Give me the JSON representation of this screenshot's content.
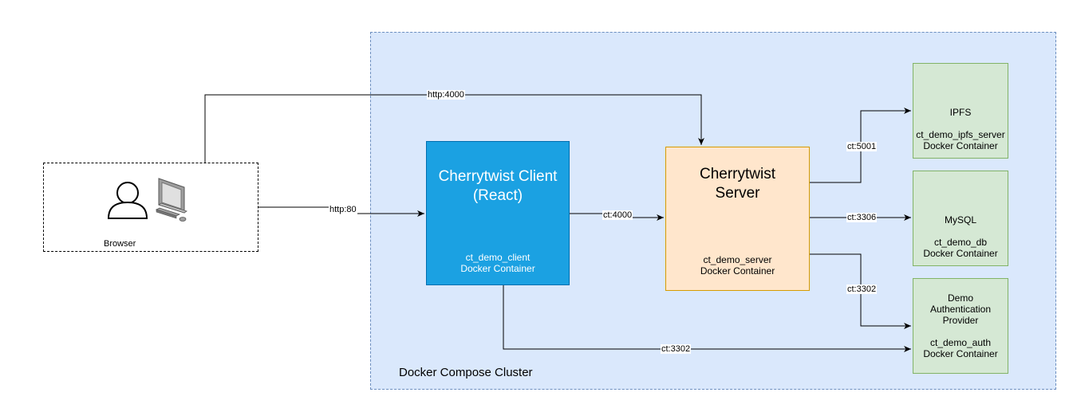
{
  "cluster": {
    "label": "Docker Compose Cluster"
  },
  "browser": {
    "label": "Browser"
  },
  "client": {
    "title_line1": "Cherrytwist Client",
    "title_line2": "(React)",
    "sub_line1": "ct_demo_client",
    "sub_line2": "Docker Container"
  },
  "server": {
    "title_line1": "Cherrytwist",
    "title_line2": "Server",
    "sub_line1": "ct_demo_server",
    "sub_line2": "Docker Container"
  },
  "ipfs": {
    "name": "IPFS",
    "sub_line1": "ct_demo_ipfs_server",
    "sub_line2": "Docker Container"
  },
  "mysql": {
    "name": "MySQL",
    "sub_line1": "ct_demo_db",
    "sub_line2": "Docker Container"
  },
  "auth": {
    "name_line1": "Demo",
    "name_line2": "Authentication",
    "name_line3": "Provider",
    "sub_line1": "ct_demo_auth",
    "sub_line2": "Docker Container"
  },
  "edges": {
    "browser_server": "http:4000",
    "browser_client": "http:80",
    "client_server": "ct:4000",
    "server_ipfs": "ct:5001",
    "server_mysql": "ct:3306",
    "server_auth": "ct:3302",
    "client_auth": "ct:3302"
  },
  "colors": {
    "cluster_fill": "#dae8fc",
    "client_fill": "#1ba1e2",
    "server_fill": "#ffe6cc",
    "service_fill": "#d5e8d4"
  },
  "icons": [
    "user-icon",
    "computer-icon"
  ]
}
